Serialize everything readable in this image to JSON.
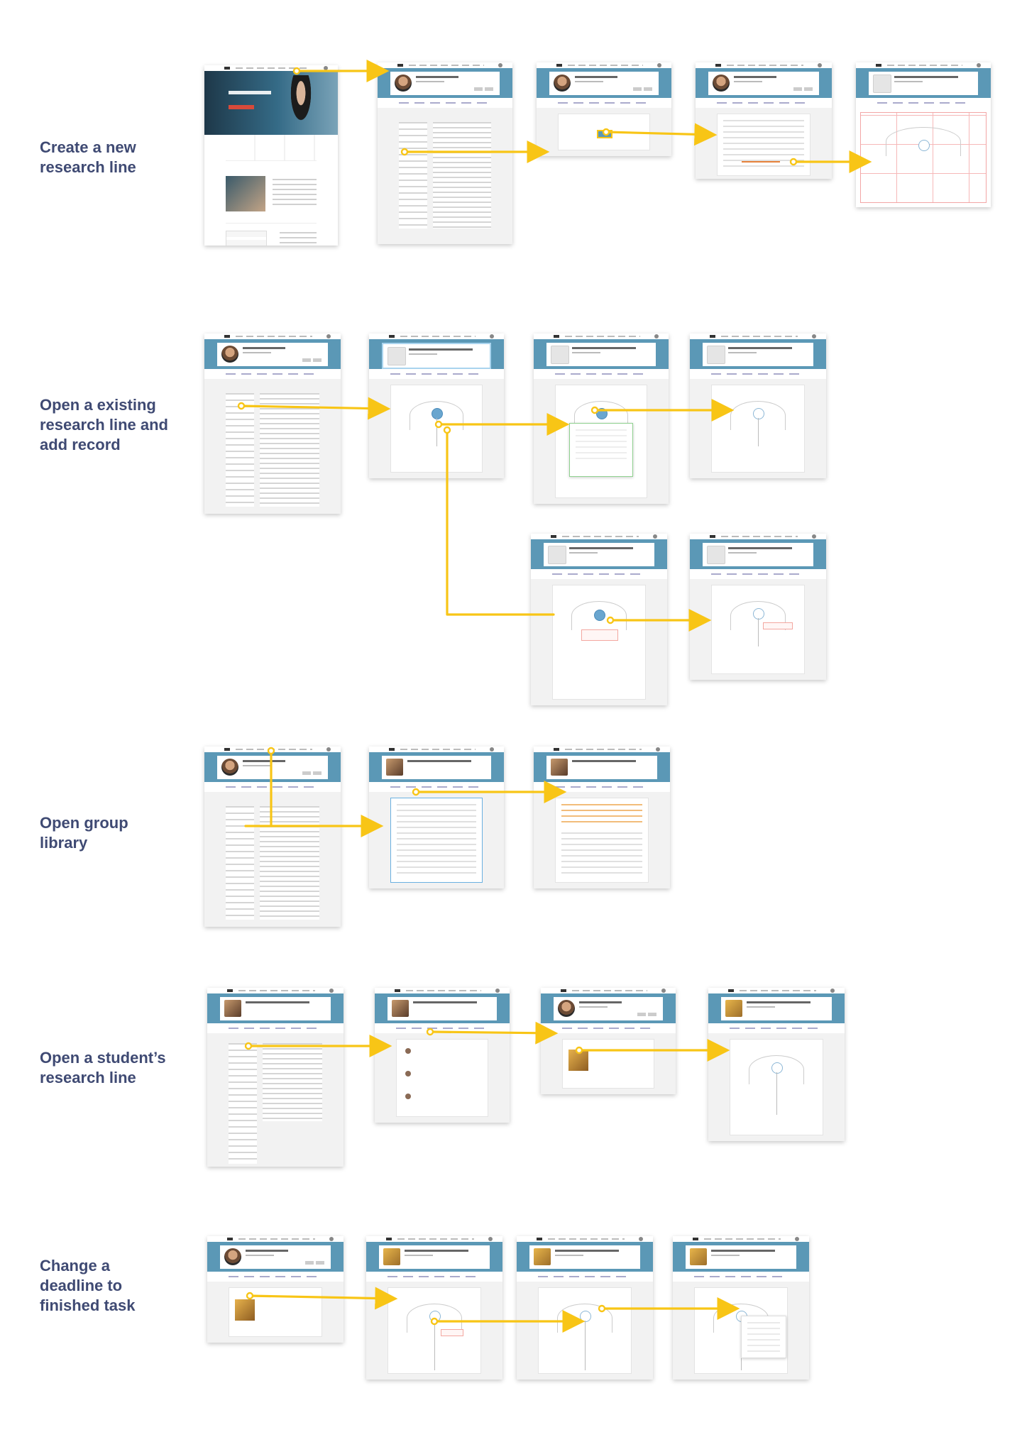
{
  "accent_color": "#f8c516",
  "header_color": "#5b98b6",
  "label_color": "#3f4a73",
  "flows": [
    {
      "label": "Create a new\nresearch line"
    },
    {
      "label": "Open a existing\nresearch line and\nadd record"
    },
    {
      "label": "Open group\nlibrary"
    },
    {
      "label": "Open a student’s\nresearch line"
    },
    {
      "label": "Change a\ndeadline to\nfinished task"
    }
  ]
}
